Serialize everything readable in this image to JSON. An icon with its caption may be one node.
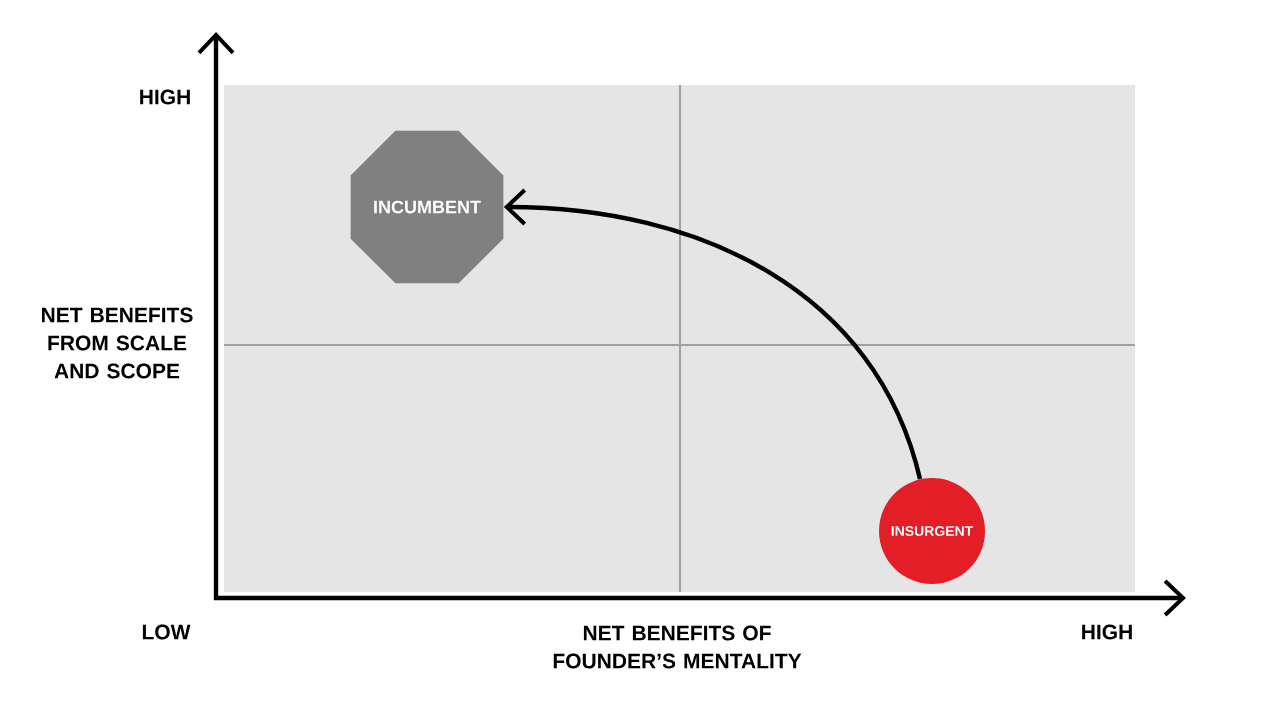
{
  "diagram": {
    "nodes": [
      {
        "text": [
          "INCUMBENT"
        ]
      },
      {
        "text": [
          "INSURGENT"
        ]
      }
    ],
    "edges": [
      {
        "from": 1,
        "to": 0,
        "arrow": "to"
      }
    ],
    "labels": [
      "HIGH",
      "NET BENEFITS FROM SCALE AND SCOPE",
      "LOW",
      "NET BENEFITS OF FOUNDER’S MENTALITY",
      "HIGH"
    ]
  }
}
